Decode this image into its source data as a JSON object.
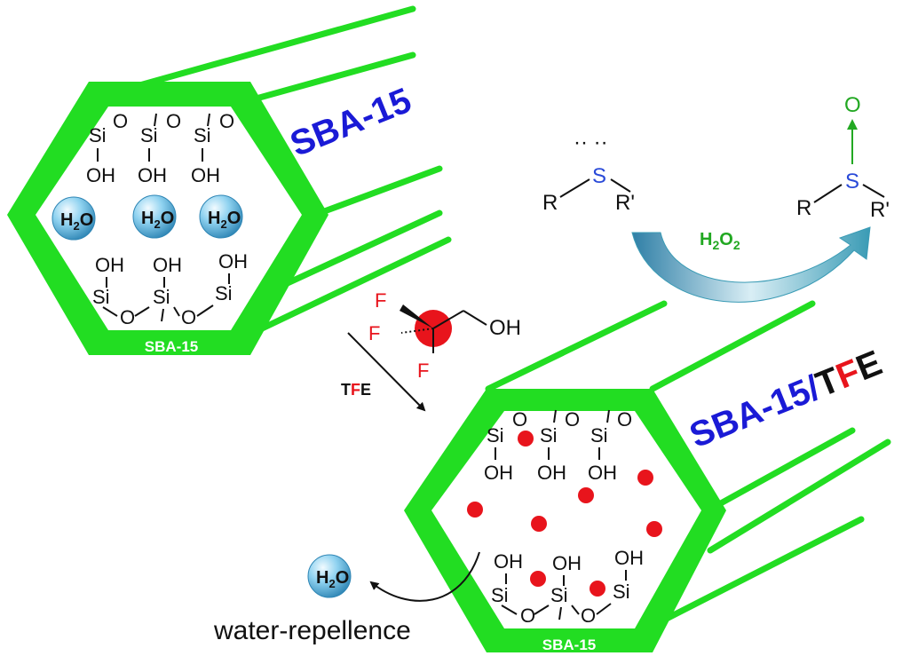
{
  "colors": {
    "framework_green": "#22dd22",
    "sba_blue": "#1a1ad6",
    "tfe_red": "#e8141c",
    "oxidant_green": "#22a822",
    "arrow_teal": "#3a9bb5",
    "water_sphere": "#5bb8e0",
    "sulfur_blue": "#2a4ad8"
  },
  "labels": {
    "sba15_title": "SBA-15",
    "sba15_base": "SBA-15",
    "sba15_tfe_prefix": "SBA-15/",
    "tfe_t": "T",
    "tfe_f": "F",
    "tfe_e": "E",
    "tfe_arrow_t": "T",
    "tfe_arrow_f": "F",
    "tfe_arrow_e": "E",
    "water_repellence": "water-repellence",
    "oxidant_h": "H",
    "oxidant_sub1": "2",
    "oxidant_o": "O",
    "oxidant_sub2": "2"
  },
  "atoms": {
    "si": "Si",
    "o": "O",
    "oh": "OH",
    "f": "F",
    "s": "S",
    "r": "R",
    "r_prime": "R'",
    "lone_pairs": "·· ··",
    "h2o_h": "H",
    "h2o_sub": "2",
    "h2o_o": "O"
  },
  "icons": {
    "water_molecule": "h2o-sphere-icon",
    "tfe_molecule": "red-dot-icon",
    "reaction_arrow": "curved-arrow-icon"
  }
}
